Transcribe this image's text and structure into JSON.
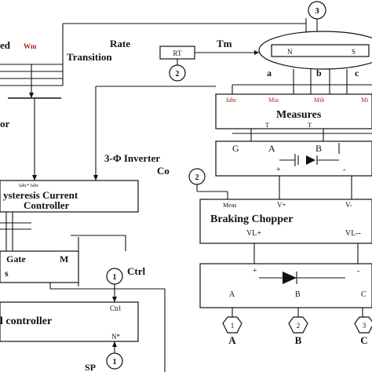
{
  "labels": {
    "speed": "ed",
    "speed_sub": "Wm",
    "rate_transition_1": "Rate",
    "rate_transition_2": "Transition",
    "rt_block": "RT",
    "te": "Tm",
    "motor_n": "N",
    "motor_s": "S",
    "phase_a": "a",
    "phase_b": "b",
    "phase_c": "c",
    "measures": "Measures",
    "meas_iabc": "Iabc",
    "meas_mia": "Mia",
    "meas_mib": "Mib",
    "meas_mic": "Mi",
    "meas_t1": "T",
    "meas_t2": "T",
    "left_or": "or",
    "inverter_title": "3-Φ Inverter",
    "inverter_co": "Co",
    "inv_g": "G",
    "inv_a": "A",
    "inv_b": "B",
    "inv_plus": "+",
    "inv_minus": "-",
    "hcc_inputs": "Iabc*   Iabc",
    "hcc_title_1": "ysteresis Current",
    "hcc_title_2": "Controller",
    "gate": "Gate",
    "m": "M",
    "amp": "s",
    "braking_chopper": "Braking Chopper",
    "bc_meas": "Meas",
    "bc_vplus": "V+",
    "bc_vminus": "V-",
    "bc_vlplus": "VL+",
    "bc_vlminus": "VL--",
    "diode_plus": "+",
    "diode_minus": "-",
    "out_a": "A",
    "out_b": "B",
    "out_c": "C",
    "ctrl": "Ctrl",
    "ctrl_port": "Ctrl",
    "n_port": "N*",
    "controller": "l controller",
    "sp": "SP",
    "tag_3": "3",
    "tag_2_rt": "2",
    "tag_2_co": "2",
    "tag_1_ctrl": "1",
    "tag_1_sp": "1",
    "port_1": "1",
    "port_2": "2",
    "port_3": "3"
  }
}
